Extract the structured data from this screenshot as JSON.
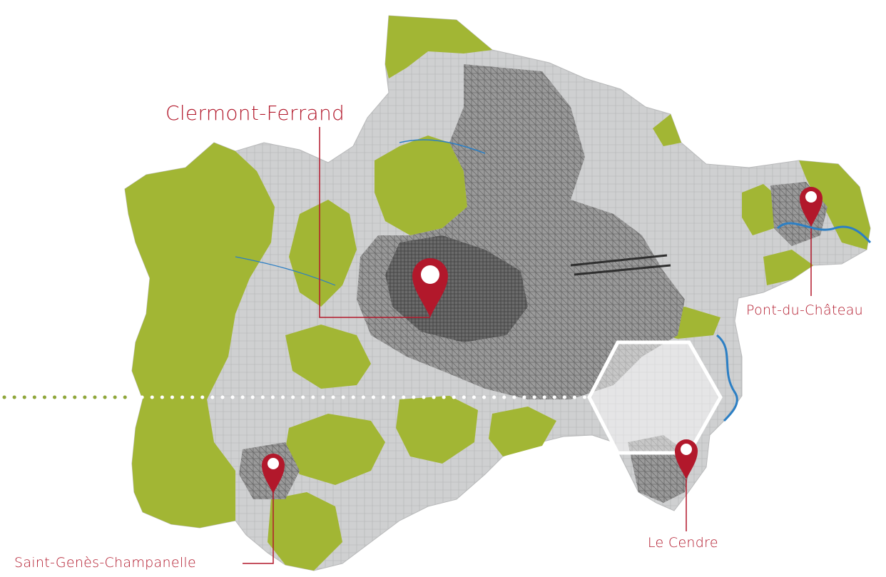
{
  "map": {
    "colors": {
      "urban": "#8c8c8c",
      "dense": "#5e5e5e",
      "land": "#d4d5d6",
      "green": "#a2b634",
      "water": "#2c7fc4",
      "marker": "#b2182b",
      "path": "#8fa63a"
    },
    "places": [
      {
        "id": "clermont-ferrand",
        "name": "Clermont-Ferrand",
        "size": "big"
      },
      {
        "id": "pont-du-chateau",
        "name": "Pont-du-Château",
        "size": "small"
      },
      {
        "id": "le-cendre",
        "name": "Le Cendre",
        "size": "small"
      },
      {
        "id": "saint-genes-champanelle",
        "name": "Saint-Genès-Champanelle",
        "size": "small"
      }
    ],
    "highlight": {
      "shape": "hexagon",
      "color": "#ffffff"
    }
  }
}
